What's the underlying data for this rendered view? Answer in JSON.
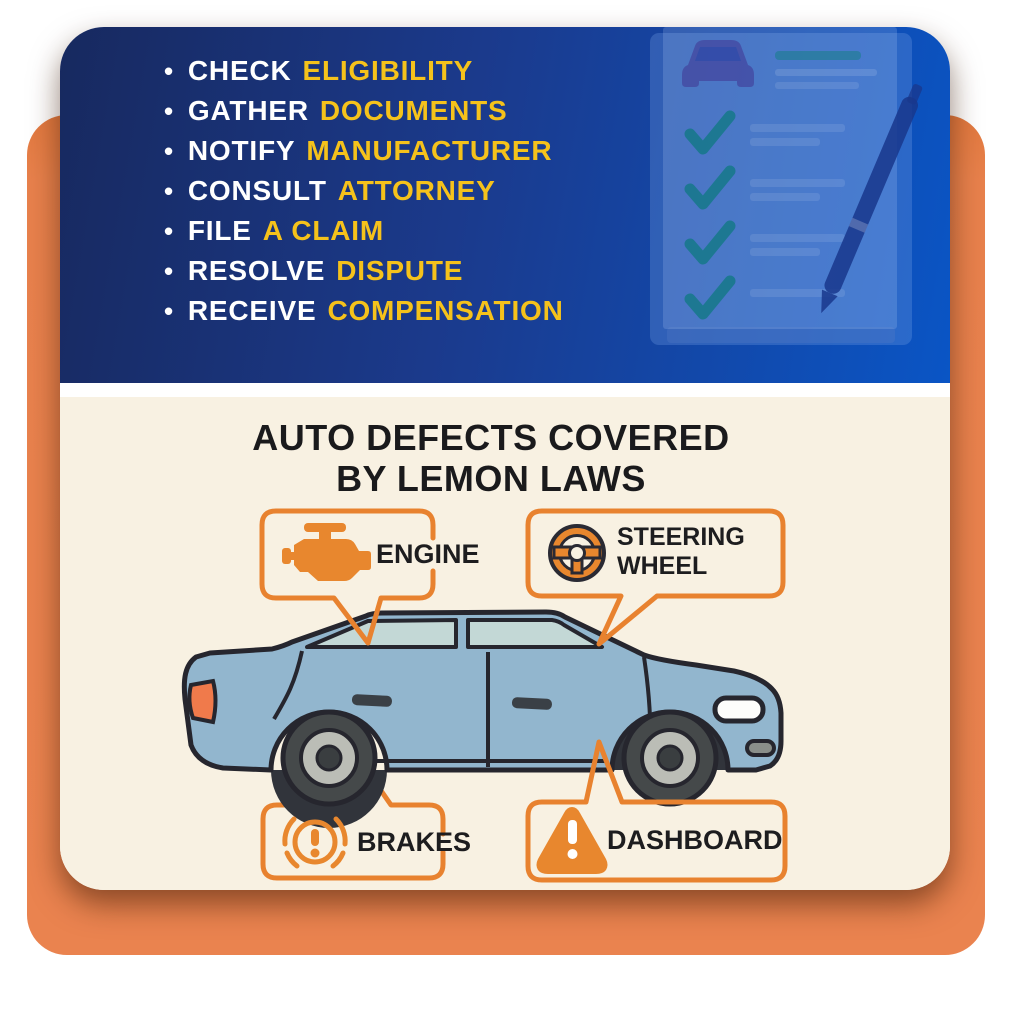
{
  "title": {
    "line1": "AUTO DEFECTS COVERED",
    "line2": "BY LEMON LAWS"
  },
  "checklist": {
    "bullet": "•",
    "items": [
      {
        "lead": "CHECK",
        "highlight": "ELIGIBILITY"
      },
      {
        "lead": "GATHER",
        "highlight": "DOCUMENTS"
      },
      {
        "lead": "NOTIFY",
        "highlight": "MANUFACTURER"
      },
      {
        "lead": "CONSULT",
        "highlight": "ATTORNEY"
      },
      {
        "lead": "FILE",
        "highlight": "A CLAIM"
      },
      {
        "lead": "RESOLVE",
        "highlight": "DISPUTE"
      },
      {
        "lead": "RECEIVE",
        "highlight": "COMPENSATION"
      }
    ]
  },
  "callouts": {
    "engine": {
      "label": "ENGINE",
      "icon": "engine-icon"
    },
    "steering": {
      "line1": "STEERING",
      "line2": "WHEEL",
      "icon": "steering-wheel-icon"
    },
    "brakes": {
      "label": "BRAKES",
      "icon": "brake-warning-icon"
    },
    "dashboard": {
      "label": "DASHBOARD",
      "icon": "warning-triangle-icon"
    }
  },
  "illustrations": {
    "top_right": "clipboard-with-checklist-and-pen",
    "bottom": "blue-sedan-side-view"
  },
  "colors": {
    "frame_orange": "#E8814C",
    "card_cream": "#F8F1E2",
    "blue_dark": "#17295F",
    "blue_bright": "#0A55C5",
    "list_white": "#FFFFFF",
    "list_yellow": "#F5C21B",
    "callout_orange": "#E8822F",
    "icon_orange": "#E8872E",
    "car_body": "#92B6CE",
    "car_glass": "#C3D8D6",
    "outline_dark": "#26262E",
    "teal_check": "#147E88",
    "title_black": "#1A1A1C"
  }
}
